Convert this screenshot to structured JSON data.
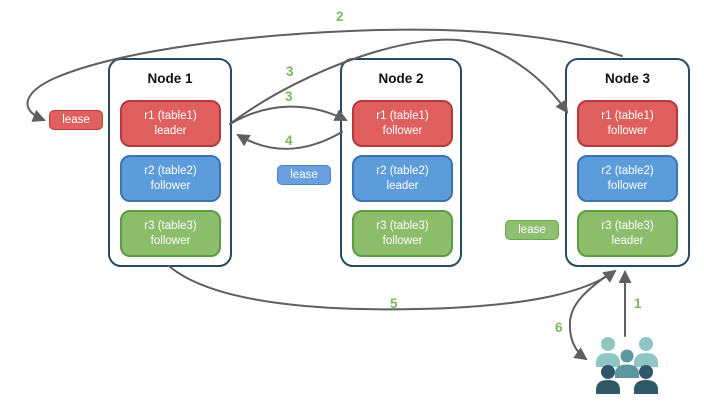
{
  "nodes": [
    {
      "title": "Node 1",
      "replicas": [
        {
          "name": "r1 (table1)",
          "role": "leader"
        },
        {
          "name": "r2 (table2)",
          "role": "follower"
        },
        {
          "name": "r3 (table3)",
          "role": "follower"
        }
      ]
    },
    {
      "title": "Node 2",
      "replicas": [
        {
          "name": "r1 (table1)",
          "role": "follower"
        },
        {
          "name": "r2 (table2)",
          "role": "leader"
        },
        {
          "name": "r3 (table3)",
          "role": "follower"
        }
      ]
    },
    {
      "title": "Node 3",
      "replicas": [
        {
          "name": "r1 (table1)",
          "role": "follower"
        },
        {
          "name": "r2 (table2)",
          "role": "follower"
        },
        {
          "name": "r3 (table3)",
          "role": "leader"
        }
      ]
    }
  ],
  "leases": {
    "red": {
      "label": "lease"
    },
    "blue": {
      "label": "lease"
    },
    "green": {
      "label": "lease"
    }
  },
  "steps": {
    "s1": "1",
    "s2": "2",
    "s3a": "3",
    "s3b": "3",
    "s4": "4",
    "s5": "5",
    "s6": "6"
  },
  "icons": {
    "users": "users-group-icon"
  },
  "colors": {
    "replica_red_fill": "#df5f5f",
    "replica_red_border": "#b23b3d",
    "replica_blue_fill": "#5d9cdb",
    "replica_blue_border": "#3d74ae",
    "replica_green_fill": "#8bbd6b",
    "replica_green_border": "#5d9c47",
    "node_border": "#2a4a63",
    "arrow_gray": "#5f5f5f",
    "step_label_green": "#7cb85e",
    "users_light_teal": "#8fc6c5",
    "users_mid_teal": "#5c96a0",
    "users_dark_slate": "#2f5767"
  }
}
